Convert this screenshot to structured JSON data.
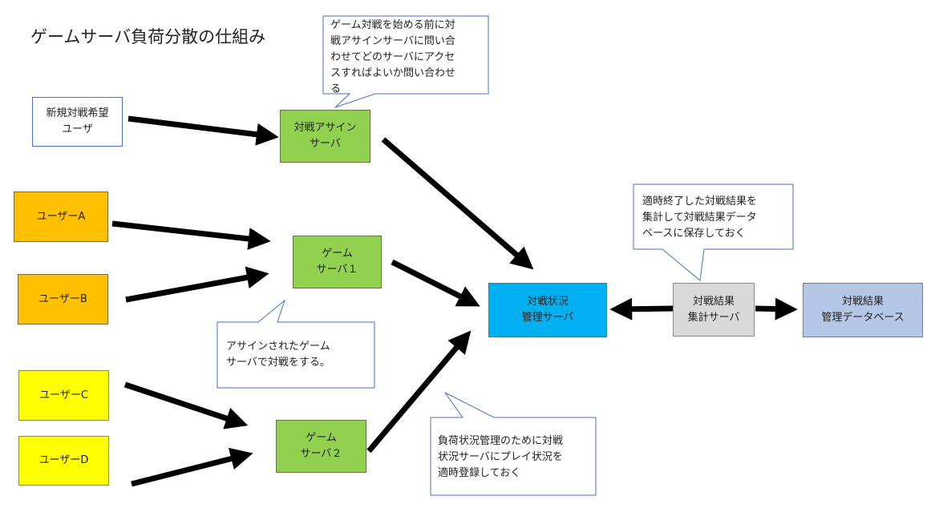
{
  "title": "ゲームサーバ負荷分散の仕組み",
  "nodes": {
    "new_user": "新規対戦希望\nユーザ",
    "assign_server": "対戦アサイン\nサーバ",
    "user_a": "ユーザーA",
    "user_b": "ユーザーB",
    "user_c": "ユーザーC",
    "user_d": "ユーザーD",
    "game_server_1": "ゲーム\nサーバ１",
    "game_server_2": "ゲーム\nサーバ２",
    "match_status_server": "対戦状況\n管理サーバ",
    "result_aggregation_server": "対戦結果\n集計サーバ",
    "result_db": "対戦結果\n管理データベース"
  },
  "callouts": {
    "assign_query": "ゲーム対戦を始める前に対\n戦アサインサーバに問い合\nわせてどのサーバにアクセ\nスすればよいか問い合わせ\nる",
    "play_on_server": "アサインされたゲーム\nサーバで対戦をする。",
    "report_status": "負荷状況管理のために対戦\n状況サーバにプレイ状況を\n適時登録しておく",
    "aggregate_results": "適時終了した対戦結果を\n集計して対戦結果データ\nベースに保存しておく"
  }
}
